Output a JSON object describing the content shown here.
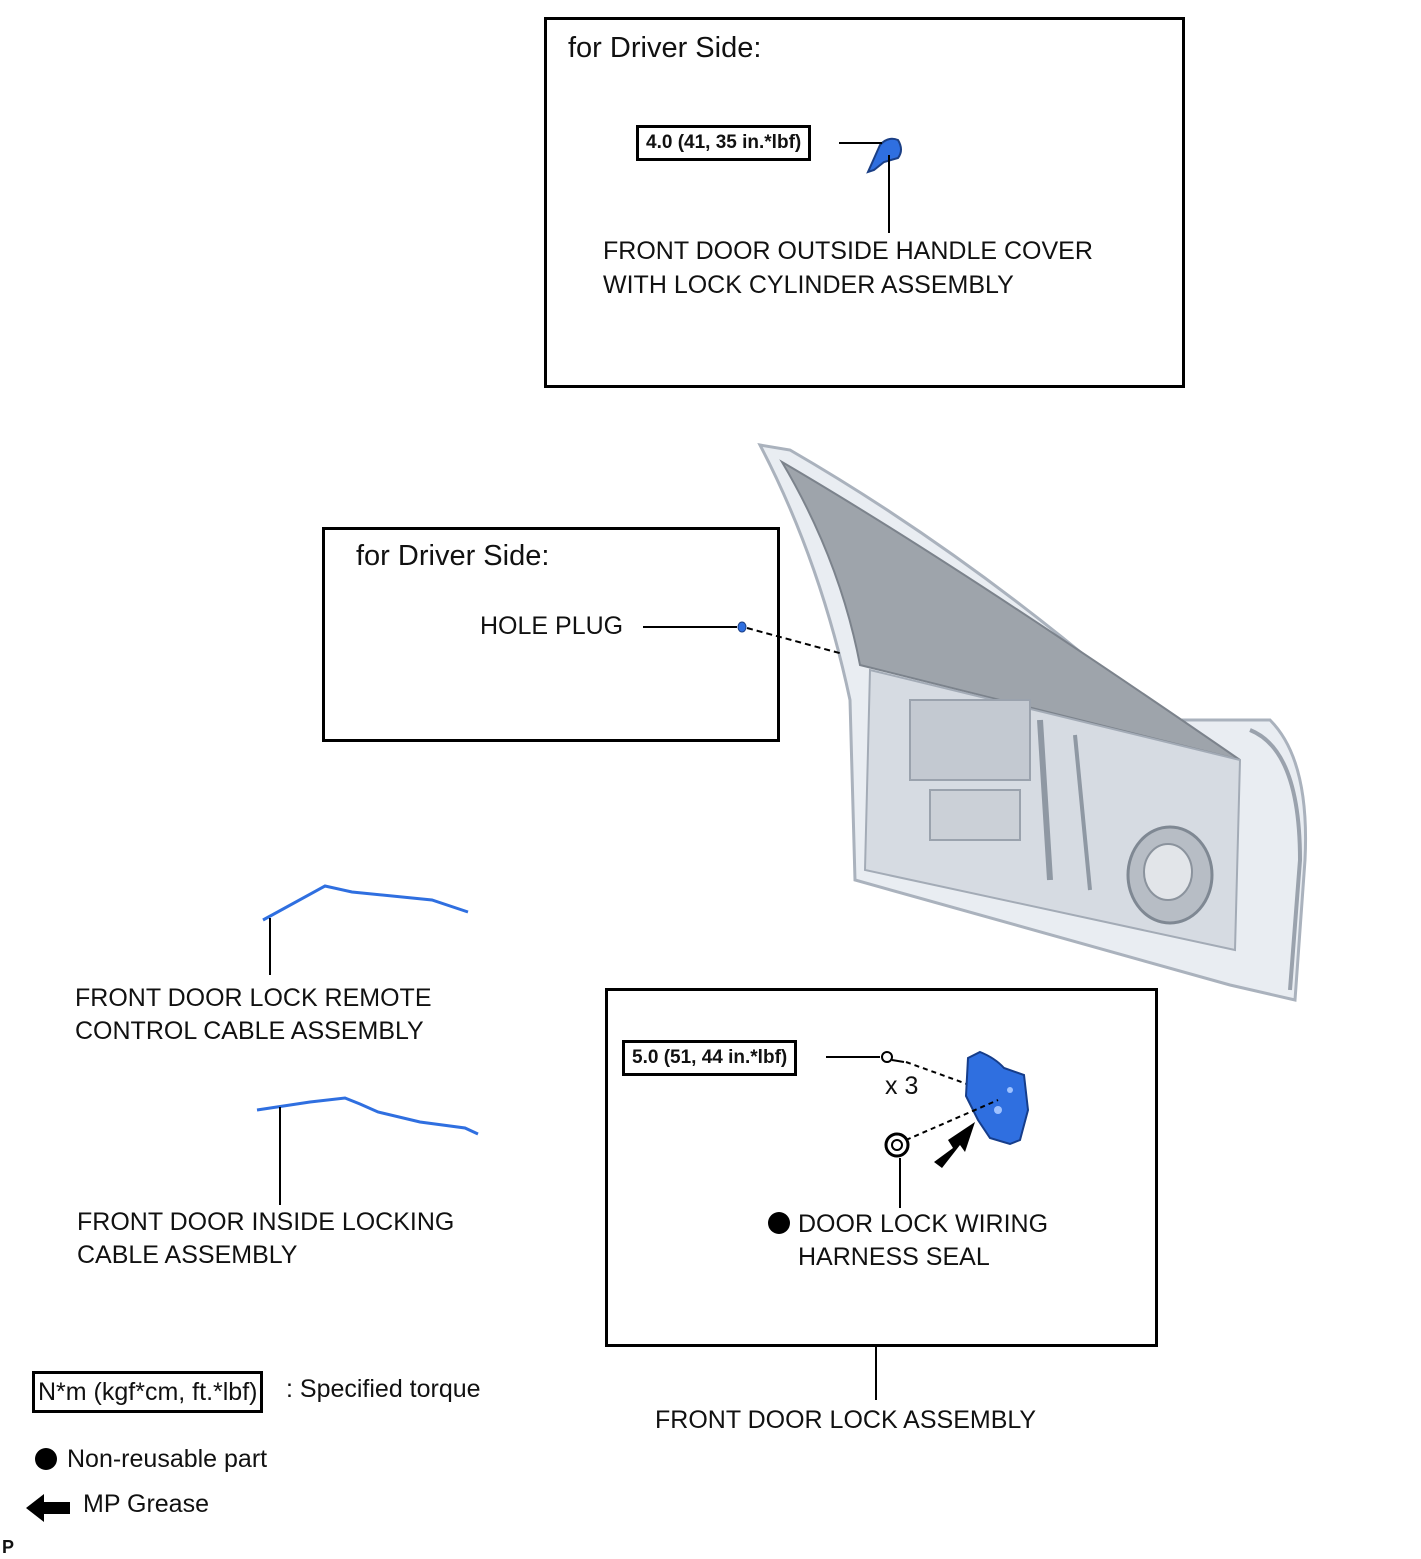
{
  "driver_side_top": {
    "heading": "for Driver Side:",
    "torque": "4.0 (41, 35 in.*lbf)",
    "label_line1": "FRONT DOOR OUTSIDE HANDLE COVER",
    "label_line2": "WITH LOCK CYLINDER ASSEMBLY"
  },
  "driver_side_mid": {
    "heading": "for Driver Side:",
    "label": "HOLE PLUG"
  },
  "remote_cable": {
    "label_line1": "FRONT DOOR LOCK REMOTE",
    "label_line2": "CONTROL CABLE ASSEMBLY"
  },
  "inside_cable": {
    "label_line1": "FRONT DOOR INSIDE LOCKING",
    "label_line2": "CABLE ASSEMBLY"
  },
  "lock_box": {
    "torque": "5.0 (51, 44 in.*lbf)",
    "count": "x 3",
    "seal_line1": "DOOR LOCK WIRING",
    "seal_line2": "HARNESS SEAL",
    "assembly_label": "FRONT DOOR LOCK ASSEMBLY"
  },
  "legend": {
    "torque_unit": "N*m (kgf*cm, ft.*lbf)",
    "torque_desc": ": Specified torque",
    "non_reusable": "Non-reusable part",
    "grease": "MP Grease"
  },
  "corner_mark": "P",
  "colors": {
    "part_blue": "#2f6fe0",
    "door_gray": "#c9ced6",
    "line": "#000000"
  }
}
